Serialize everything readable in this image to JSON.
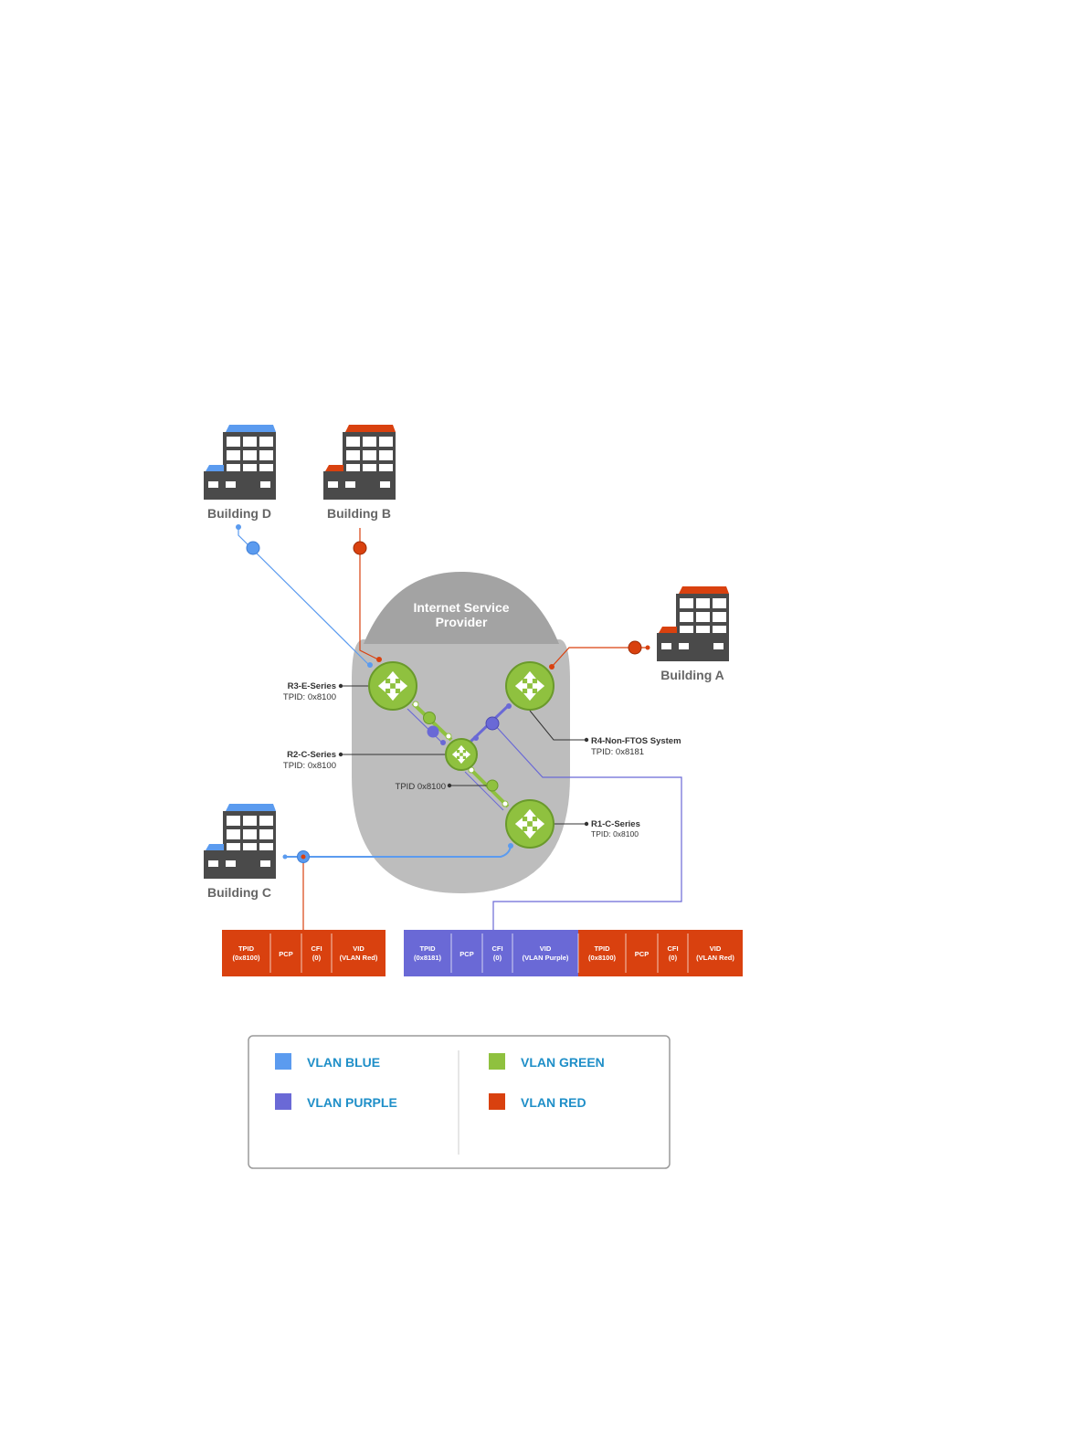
{
  "colors": {
    "blue": "#5b9bef",
    "red": "#d9410f",
    "green": "#8fc13f",
    "purple": "#6a69d6",
    "building": "#4a4a4a",
    "cloud": "#bdbdbd",
    "cloud_top": "#a3a3a3",
    "legend_text": "#1f8fc8"
  },
  "isp": {
    "line1": "Internet Service",
    "line2": "Provider"
  },
  "buildings": [
    {
      "id": "building-d",
      "label": "Building D",
      "roof": "blue"
    },
    {
      "id": "building-b",
      "label": "Building B",
      "roof": "red"
    },
    {
      "id": "building-a",
      "label": "Building A",
      "roof": "red"
    },
    {
      "id": "building-c",
      "label": "Building C",
      "roof": "blue"
    }
  ],
  "devices": [
    {
      "id": "r3",
      "name": "R3-E-Series",
      "tpid": "TPID: 0x8100"
    },
    {
      "id": "r2",
      "name": "R2-C-Series",
      "tpid": "TPID: 0x8100"
    },
    {
      "id": "r4",
      "name": "R4-Non-FTOS System",
      "tpid": "TPID: 0x8181"
    },
    {
      "id": "r1",
      "name": "R1-C-Series",
      "tpid": "TPID: 0x8100"
    }
  ],
  "link_label": "TPID 0x8100",
  "frames": {
    "left": {
      "fields": [
        {
          "l1": "TPID",
          "l2": "(0x8100)",
          "color": "red"
        },
        {
          "l1": "PCP",
          "l2": "",
          "color": "red"
        },
        {
          "l1": "CFI",
          "l2": "(0)",
          "color": "red"
        },
        {
          "l1": "VID",
          "l2": "(VLAN Red)",
          "color": "red"
        }
      ]
    },
    "right": {
      "fields": [
        {
          "l1": "TPID",
          "l2": "(0x8181)",
          "color": "purple"
        },
        {
          "l1": "PCP",
          "l2": "",
          "color": "purple"
        },
        {
          "l1": "CFI",
          "l2": "(0)",
          "color": "purple"
        },
        {
          "l1": "VID",
          "l2": "(VLAN Purple)",
          "color": "purple"
        },
        {
          "l1": "TPID",
          "l2": "(0x8100)",
          "color": "red"
        },
        {
          "l1": "PCP",
          "l2": "",
          "color": "red"
        },
        {
          "l1": "CFI",
          "l2": "(0)",
          "color": "red"
        },
        {
          "l1": "VID",
          "l2": "(VLAN Red)",
          "color": "red"
        }
      ]
    }
  },
  "legend": [
    {
      "label": "VLAN BLUE",
      "color": "blue"
    },
    {
      "label": "VLAN GREEN",
      "color": "green"
    },
    {
      "label": "VLAN PURPLE",
      "color": "purple"
    },
    {
      "label": "VLAN RED",
      "color": "red"
    }
  ]
}
